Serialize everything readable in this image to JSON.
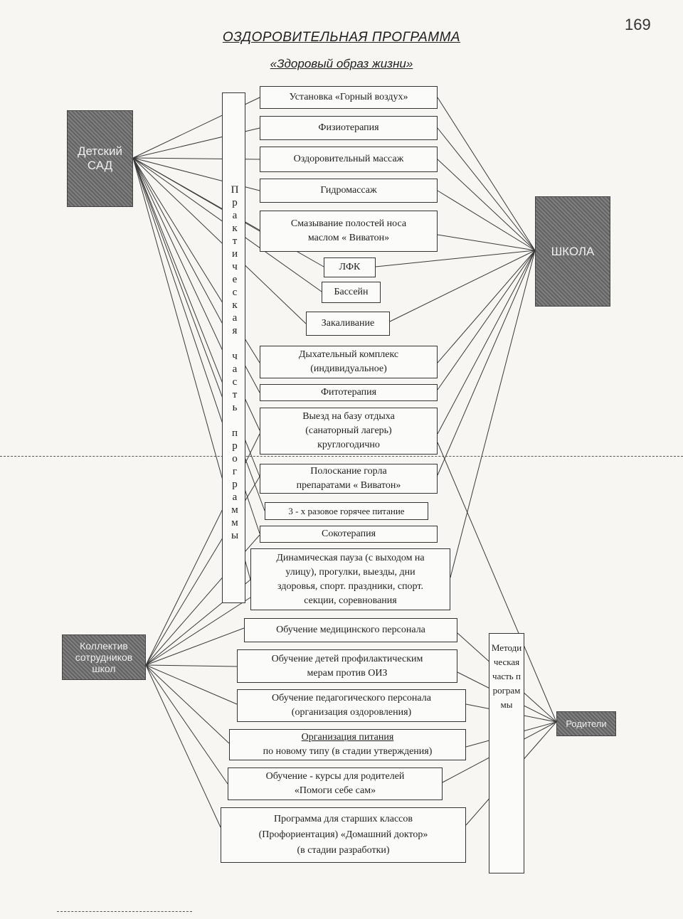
{
  "page_number": "169",
  "title": "ОЗДОРОВИТЕЛЬНАЯ ПРОГРАММА",
  "subtitle": "«Здоровый образ жизни»",
  "sources": {
    "kindergarten": "Детский САД",
    "school": "ШКОЛА",
    "staff": "Коллектив сотрудников школ",
    "parents": "Родители"
  },
  "practical_bar": "Практическая часть программы",
  "methodical_bar": "Методическая часть программы",
  "practical_items": {
    "p1": "Установка «Горный воздух»",
    "p2": "Физиотерапия",
    "p3": "Оздоровительный массаж",
    "p4": "Гидромассаж",
    "p5_l1": "Смазывание полостей носа",
    "p5_l2": "маслом « Виватон»",
    "p6": "ЛФК",
    "p7": "Бассейн",
    "p8": "Закаливание",
    "p9_l1": "Дыхательный комплекс",
    "p9_l2": "(индивидуальное)",
    "p10": "Фитотерапия",
    "p11_l1": "Выезд на базу отдыха",
    "p11_l2": "(санаторный лагерь)",
    "p11_l3": "круглогодично",
    "p12_l1": "Полоскание горла",
    "p12_l2": "препаратами «  Виватон»",
    "p13": "3 - х разовое горячее питание",
    "p14": "Сокотерапия",
    "p15_l1": "Динамическая пауза (с выходом на",
    "p15_l2": "улицу), прогулки, выезды, дни",
    "p15_l3": "здоровья, спорт. праздники, спорт.",
    "p15_l4": "секции, соревнования"
  },
  "methodical_items": {
    "m1": "Обучение медицинского персонала",
    "m2_l1": "Обучение детей профилактическим",
    "m2_l2": "мерам против ОИЗ",
    "m3_l1": "Обучение педагогического персонала",
    "m3_l2": "(организация оздоровления)",
    "m4_l1": "Организация питания",
    "m4_l2": "по новому типу (в стадии утверждения)",
    "m5_l1": "Обучение  - курсы для родителей",
    "m5_l2": "«Помоги себе сам»",
    "m6_l1": "Программа для старших классов",
    "m6_l2": "(Профориентация) «Домашний доктор»",
    "m6_l3": "(в стадии разработки)"
  }
}
